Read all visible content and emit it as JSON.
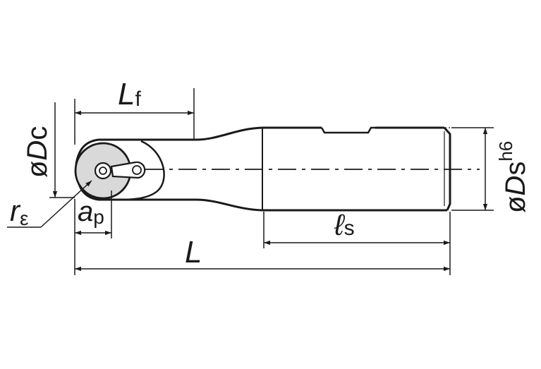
{
  "labels": {
    "lf_main": "L",
    "lf_sub": "f",
    "dc_prefix": "ø",
    "dc_main": "D",
    "dc_sub": "c",
    "re_main": "r",
    "re_sub": "ε",
    "ap_main": "a",
    "ap_sub": "p",
    "ls_main": "ℓ",
    "ls_sub": "s",
    "l_main": "L",
    "ds_prefix": "ø",
    "ds_main": "D",
    "ds_sub": "s",
    "ds_tol": "h6"
  },
  "colors": {
    "line": "#1a1a1a",
    "insert_fill": "#d9d9d9",
    "background": "#ffffff"
  }
}
